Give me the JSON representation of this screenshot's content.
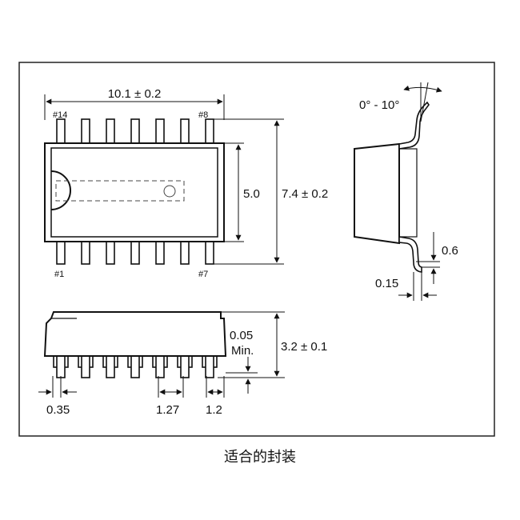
{
  "drawing": {
    "top_view": {
      "length_label": "10.1 ± 0.2",
      "body_width_label": "5.0",
      "overall_width_label": "7.4 ± 0.2",
      "pin_labels": {
        "top_left": "#14",
        "top_right": "#8",
        "bottom_left": "#1",
        "bottom_right": "#7"
      },
      "pins_per_side": 7
    },
    "side_view": {
      "lead_angle_label": "0° - 10°",
      "lead_length_label": "0.6",
      "lead_thickness_label": "0.15"
    },
    "front_view": {
      "standoff_label_line1": "0.05",
      "standoff_label_line2": "Min.",
      "height_label": "3.2 ± 0.1",
      "lead_width_label": "0.35",
      "pitch_label": "1.27",
      "lead_span_label": "1.2"
    }
  },
  "caption": "适合的封装"
}
